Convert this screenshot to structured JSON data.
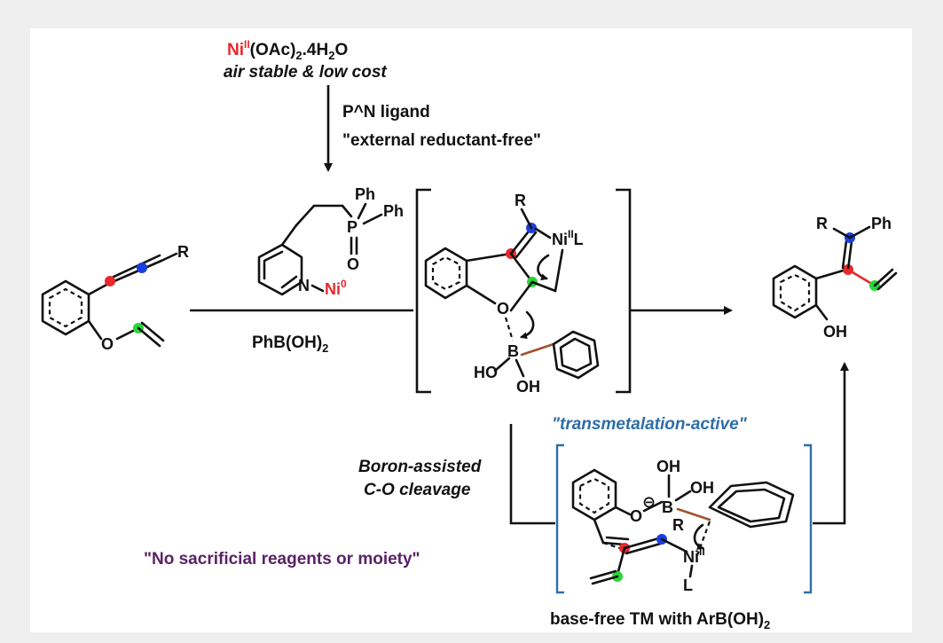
{
  "reagent": {
    "ni_symbol": "Ni",
    "ni_ox": "II",
    "ni_rest": "(OAc)",
    "sub2": "2",
    "hydrate": ".4H",
    "sub2b": "2",
    "o": "O"
  },
  "reagent_note": "air stable & low cost",
  "ligand_label": "P^N ligand",
  "reductant_free": "\"external reductant-free\"",
  "ligand": {
    "ph1": "Ph",
    "ph2": "Ph",
    "p": "P",
    "o": "O",
    "n": "N",
    "ni": "Ni",
    "ni_ox": "0"
  },
  "boronic_acid": {
    "main": "PhB(OH)",
    "sub": "2"
  },
  "substrate_r": "R",
  "substrate_o": "O",
  "intermediate": {
    "r": "R",
    "ni": "Ni",
    "ni_ox": "II",
    "l": "L",
    "o": "O",
    "b": "B",
    "ho": "HO",
    "oh": "OH"
  },
  "product": {
    "r": "R",
    "ph": "Ph",
    "oh": "OH"
  },
  "transmetalation_label": "\"transmetalation-active\"",
  "cleavage_line1": "Boron-assisted",
  "cleavage_line2": "C-O cleavage",
  "no_sacrificial": "\"No sacrificial reagents or moiety\"",
  "ts": {
    "oh1": "OH",
    "oh2": "OH",
    "minus": "⊖",
    "b": "B",
    "o": "O",
    "r": "R",
    "ni": "Ni",
    "ni_ox": "II",
    "l": "L"
  },
  "base_free": {
    "main": "base-free TM with ArB(OH)",
    "sub": "2"
  },
  "colors": {
    "red": "#e8282a",
    "blue": "#1a3fe0",
    "green": "#29d63a",
    "brown": "#a0522d",
    "title_blue": "#2f6ea6",
    "purple": "#5a2266"
  }
}
